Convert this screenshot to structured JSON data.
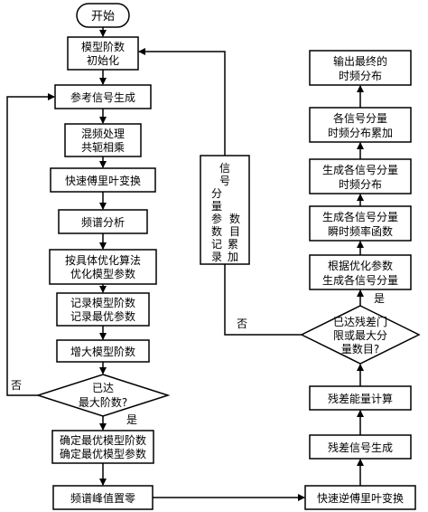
{
  "diagram": {
    "left_column": {
      "start": "开始",
      "init_order": [
        "模型阶数",
        "初始化"
      ],
      "ref_signal": "参考信号生成",
      "mix_conj": [
        "混频处理",
        "共轭相乘"
      ],
      "fft": "快速傅里叶变换",
      "spectrum": "频谱分析",
      "optimize": [
        "按具体优化算法",
        "优化模型参数"
      ],
      "record": [
        "记录模型阶数",
        "记录最优参数"
      ],
      "increase": "增大模型阶数",
      "decision_max_order": [
        "已达",
        "最大阶数?"
      ],
      "determine": [
        "确定最优模型阶数",
        "确定最优模型参数"
      ],
      "zero_peak": "频谱峰值置零"
    },
    "middle": {
      "record_params": [
        "信",
        "号",
        "分",
        "量",
        "参",
        "数",
        "记",
        "录",
        "",
        "数",
        "目",
        "累",
        "加"
      ]
    },
    "right_column": {
      "ifft": "快速逆傅里叶变换",
      "residual_signal": "残差信号生成",
      "residual_energy": "残差能量计算",
      "decision_threshold": [
        "已达残差门",
        "限或最大分",
        "量数目?"
      ],
      "generate_components": [
        "根据优化参数",
        "生成各信号分量"
      ],
      "instant_freq": [
        "生成各信号分量",
        "瞬时频率函数"
      ],
      "tf_dist": [
        "生成各信号分量",
        "时频分布"
      ],
      "tf_accum": [
        "各信号分量",
        "时频分布累加"
      ],
      "output": [
        "输出最终的",
        "时频分布"
      ]
    },
    "branch_labels": {
      "no_left": "否",
      "yes_left": "是",
      "no_right": "否",
      "yes_right": "是"
    }
  }
}
